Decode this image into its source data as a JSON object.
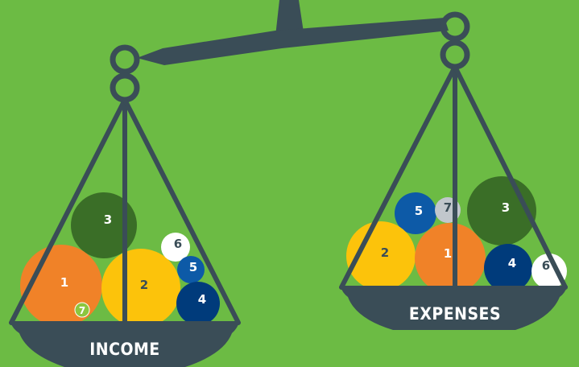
{
  "colors": {
    "background": "#6cbb44",
    "scale": "#3a4d57",
    "dark_green": "#3a6e27",
    "orange": "#f08228",
    "yellow": "#fcc30b",
    "blue": "#0d5aa7",
    "navy": "#003b7b",
    "white": "#ffffff",
    "gray": "#c1c7cc",
    "light_green": "#8cc63f"
  },
  "scale": {
    "left_pan": {
      "label": "INCOME",
      "weights": [
        {
          "label": "1",
          "color": "orange"
        },
        {
          "label": "2",
          "color": "yellow"
        },
        {
          "label": "3",
          "color": "dark_green"
        },
        {
          "label": "4",
          "color": "navy"
        },
        {
          "label": "5",
          "color": "blue"
        },
        {
          "label": "6",
          "color": "white"
        },
        {
          "label": "7",
          "color": "light_green"
        }
      ]
    },
    "right_pan": {
      "label": "EXPENSES",
      "weights": [
        {
          "label": "1",
          "color": "orange"
        },
        {
          "label": "2",
          "color": "yellow"
        },
        {
          "label": "3",
          "color": "dark_green"
        },
        {
          "label": "4",
          "color": "navy"
        },
        {
          "label": "5",
          "color": "blue"
        },
        {
          "label": "6",
          "color": "white"
        },
        {
          "label": "7",
          "color": "gray"
        }
      ]
    }
  }
}
